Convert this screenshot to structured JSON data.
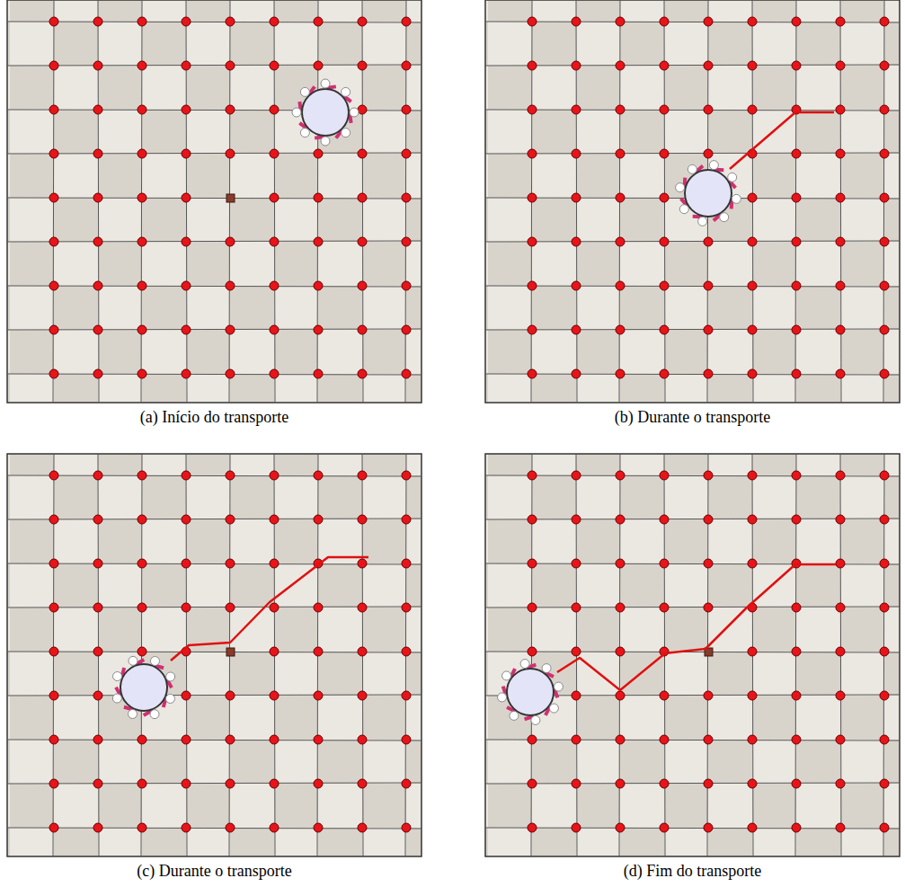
{
  "diagram": {
    "labels": [
      "(a) Início do transporte",
      "(b) Durante o transporte",
      "(c) Durante o transporte",
      "(d) Fim do transporte"
    ]
  }
}
